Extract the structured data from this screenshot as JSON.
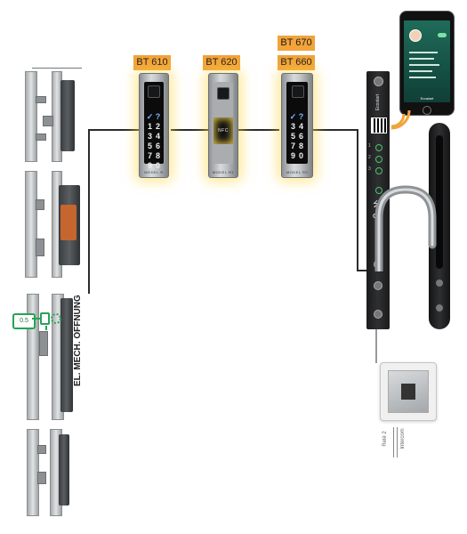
{
  "readers": [
    {
      "tag": "BT 610",
      "nfc_label": "",
      "model": "MODEL R"
    },
    {
      "tag": "BT 620",
      "nfc_label": "NFC",
      "model": "MODEL R1"
    },
    {
      "tag_top": "BT 670",
      "tag": "BT 660",
      "nfc_label": "",
      "model": "MODEL R2"
    }
  ],
  "keypad_keys": [
    "1",
    "2",
    "3",
    "4",
    "5",
    "6",
    "7",
    "8",
    "9",
    "0"
  ],
  "keypad_top_keys": [
    "✓",
    "?"
  ],
  "lock_label": "EL. MECH. ÖFFNUNG",
  "lock_badge": "0.5",
  "controller": {
    "brand": "Ecostart",
    "ce_mark": "CE",
    "usb_symbol": "⭍",
    "leds": [
      "1",
      "2",
      "3"
    ]
  },
  "relay": {
    "line1": "Relè 2",
    "line2": "Intercom"
  },
  "phone": {
    "footer": "Ecostart"
  }
}
